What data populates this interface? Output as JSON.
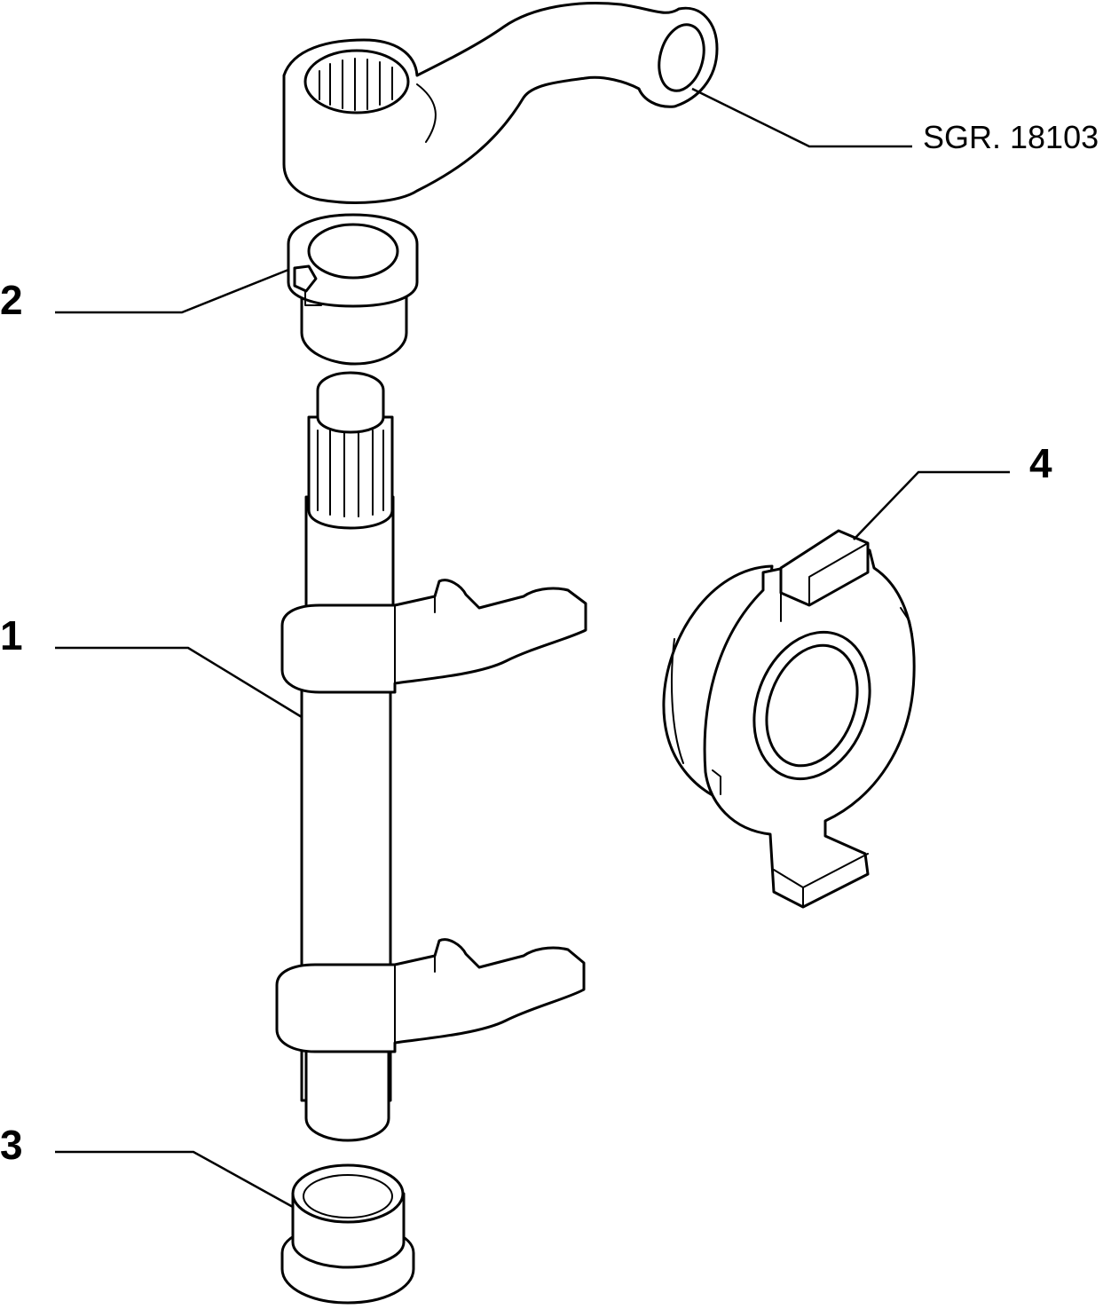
{
  "colors": {
    "line": "#000000",
    "background": "#ffffff"
  },
  "reference": {
    "text": "SGR. 18103"
  },
  "callouts": [
    {
      "id": "1",
      "label": "1"
    },
    {
      "id": "2",
      "label": "2"
    },
    {
      "id": "3",
      "label": "3"
    },
    {
      "id": "4",
      "label": "4"
    }
  ]
}
